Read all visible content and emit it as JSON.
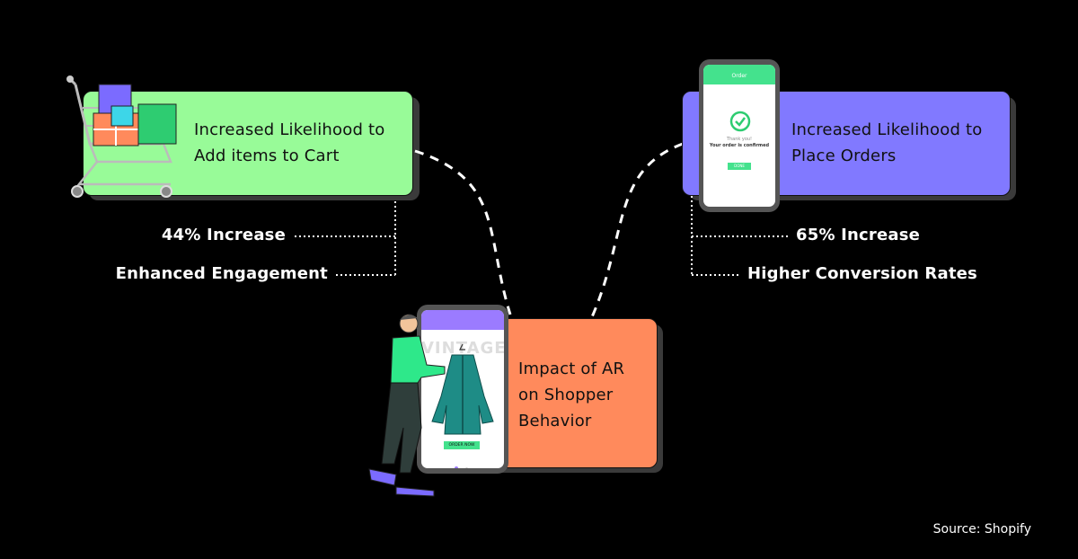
{
  "cards": {
    "left": {
      "line1": "Increased Likelihood to",
      "line2": "Add items to Cart",
      "color": "#98FB98"
    },
    "right": {
      "line1": "Increased Likelihood to",
      "line2": "Place Orders",
      "color": "#8179FF"
    },
    "center": {
      "line1": "Impact of AR",
      "line2": "on Shopper",
      "line3": "Behavior",
      "color": "#FF8A5C"
    }
  },
  "stats": {
    "left": [
      "44% Increase",
      "Enhanced Engagement"
    ],
    "right": [
      "65% Increase",
      "Higher Conversion Rates"
    ]
  },
  "phone_right": {
    "header": "Order",
    "thanks": "Thank you!",
    "confirmed": "Your order is confirmed",
    "button": "DONE",
    "accent": "#44E28D"
  },
  "phone_center": {
    "banner": "VINTAGE",
    "button": "ORDER NOW",
    "header_color": "#9B7BFF"
  },
  "source": "Source: Shopify"
}
